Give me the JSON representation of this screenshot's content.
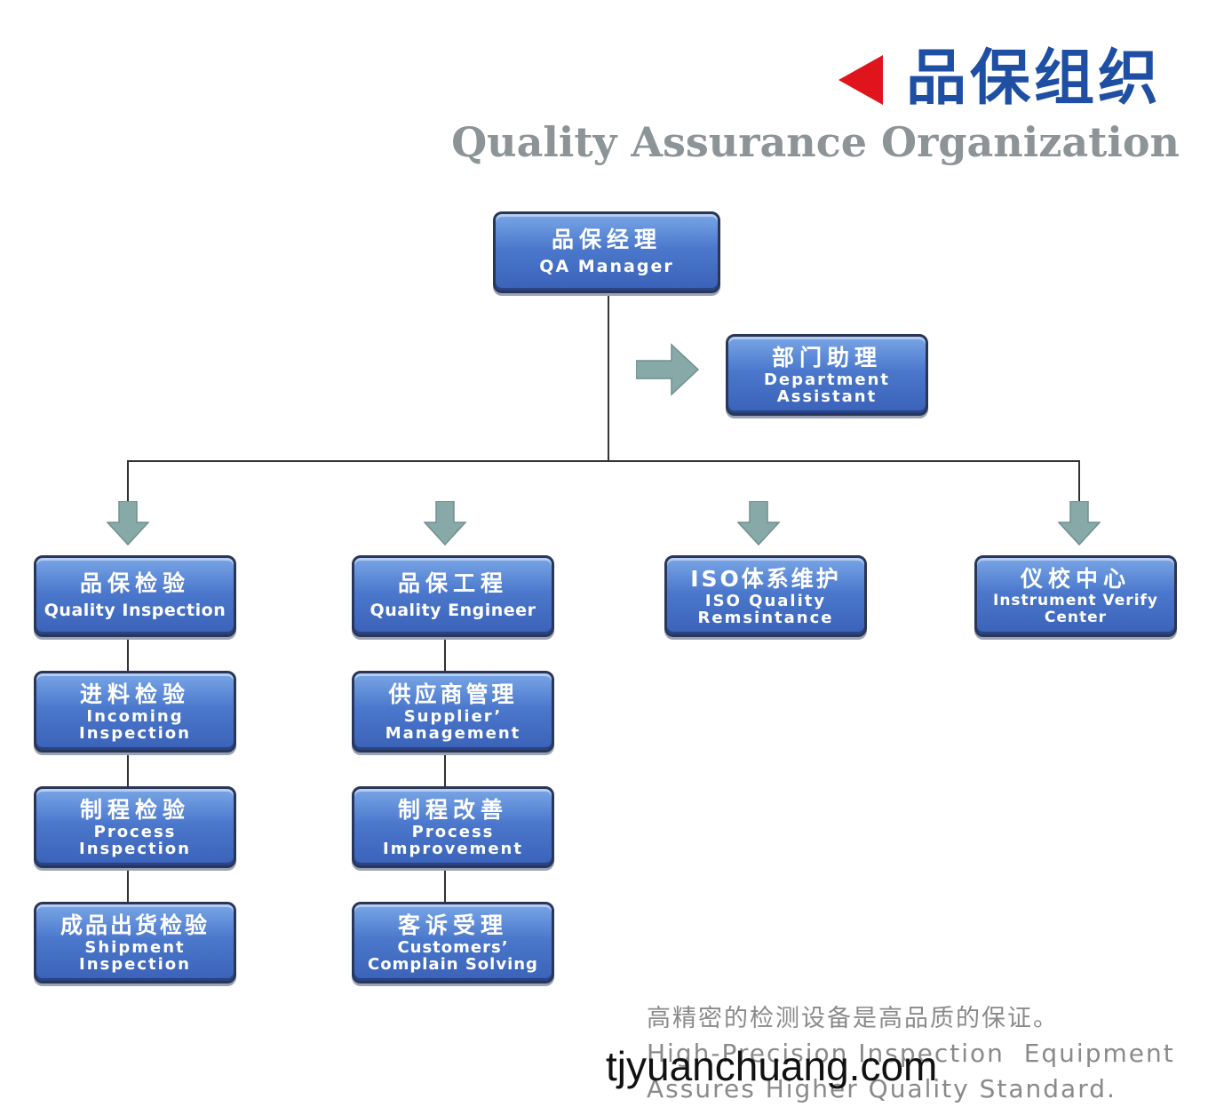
{
  "header": {
    "title_cn": "品保组织",
    "title_en": "Quality Assurance Organization"
  },
  "colors": {
    "title_cn": "#1f4fa3",
    "title_en": "#8c9497",
    "accent_triangle": "#e0141c",
    "arrow_fill": "#87aaa8",
    "footer_text": "#8a8a8a",
    "watermark": "#111111"
  },
  "nodes": {
    "qa_manager": {
      "cn": "品保经理",
      "en": "QA Manager"
    },
    "dept_assistant": {
      "cn": "部门助理",
      "en": [
        "Department",
        "Assistant"
      ]
    },
    "quality_inspection": {
      "cn": "品保检验",
      "en": "Quality Inspection"
    },
    "quality_engineer": {
      "cn": "品保工程",
      "en": "Quality Engineer"
    },
    "iso": {
      "cn": "ISO体系维护",
      "en": [
        "ISO Quality",
        "Remsintance"
      ]
    },
    "instrument": {
      "cn": "仪校中心",
      "en": [
        "Instrument Verify",
        "Center"
      ]
    },
    "incoming": {
      "cn": "进料检验",
      "en": [
        "Incoming",
        "Inspection"
      ]
    },
    "process_inspection": {
      "cn": "制程检验",
      "en": [
        "Process",
        "Inspection"
      ]
    },
    "shipment": {
      "cn": "成品出货检验",
      "en": [
        "Shipment",
        "Inspection"
      ]
    },
    "supplier": {
      "cn": "供应商管理",
      "en": [
        "Supplier’",
        "Management"
      ]
    },
    "process_improvement": {
      "cn": "制程改善",
      "en": [
        "Process",
        "Improvement"
      ]
    },
    "complain": {
      "cn": "客诉受理",
      "en": [
        "Customers’",
        "Complain Solving"
      ]
    }
  },
  "footer": {
    "cn": "高精密的检测设备是高品质的保证。",
    "en_line1": "High-Precision Inspection  Equipment",
    "en_line2": "Assures Higher Quality Standard.",
    "watermark": "tjyuanchuang.com"
  }
}
